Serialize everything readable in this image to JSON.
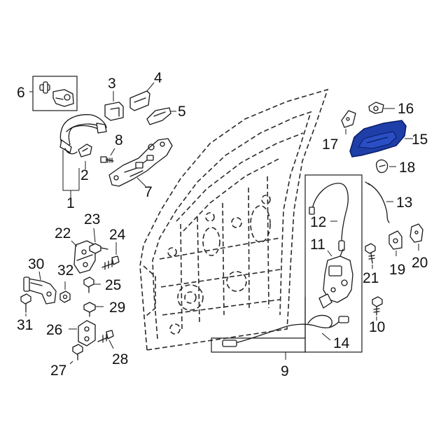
{
  "diagram": {
    "highlight_color": "#1e3ea8",
    "highlight_dark": "#0a1c66",
    "callouts": {
      "c1": "1",
      "c2": "2",
      "c3": "3",
      "c4": "4",
      "c5": "5",
      "c6": "6",
      "c7": "7",
      "c8": "8",
      "c9": "9",
      "c10": "10",
      "c11": "11",
      "c12": "12",
      "c13": "13",
      "c14": "14",
      "c15": "15",
      "c16": "16",
      "c17": "17",
      "c18": "18",
      "c19": "19",
      "c20": "20",
      "c21": "21",
      "c22": "22",
      "c23": "23",
      "c24": "24",
      "c25": "25",
      "c26": "26",
      "c27": "27",
      "c28": "28",
      "c29": "29",
      "c30": "30",
      "c31": "31",
      "c32": "32"
    }
  }
}
